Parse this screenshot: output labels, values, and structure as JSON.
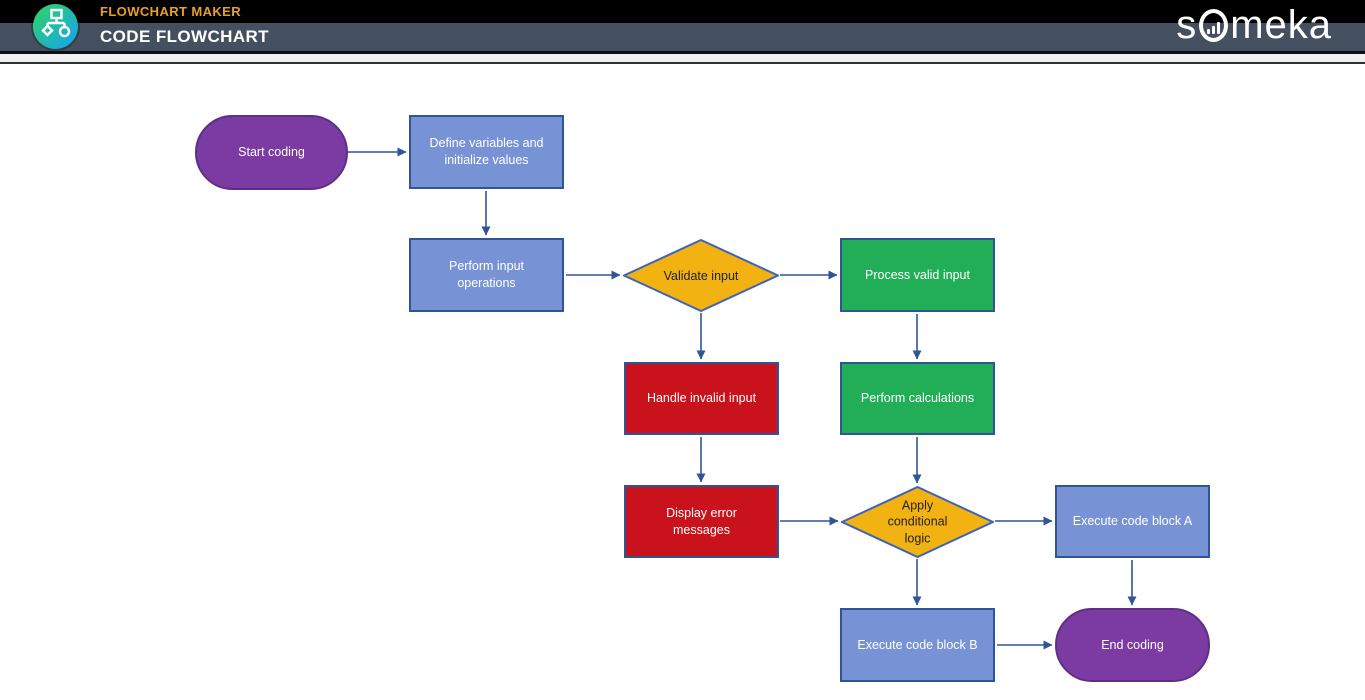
{
  "header": {
    "app_label": "FLOWCHART MAKER",
    "page_title": "CODE FLOWCHART",
    "brand_prefix": "s",
    "brand_suffix": "meka",
    "colors": {
      "top_bar": "#000000",
      "title_bar": "#44505F",
      "app_label_gold": "#E9A125",
      "logo_gradient_start": "#2ED06E",
      "logo_gradient_end": "#17A6E8"
    },
    "icons": {
      "logo": "flowchart-icon",
      "brand_o": "bar-chart-icon"
    }
  },
  "flowchart": {
    "connector_color": "#2F5597",
    "nodes": [
      {
        "id": "start",
        "label": "Start coding",
        "type": "terminator",
        "fill": "#7B3BA2"
      },
      {
        "id": "define",
        "label": "Define variables and initialize values",
        "type": "process",
        "fill": "#7793D5"
      },
      {
        "id": "perform_input",
        "label": "Perform input operations",
        "type": "process",
        "fill": "#7793D5"
      },
      {
        "id": "validate",
        "label": "Validate input",
        "type": "decision",
        "fill": "#F2B211"
      },
      {
        "id": "process_valid",
        "label": "Process valid input",
        "type": "process",
        "fill": "#21AE56"
      },
      {
        "id": "handle_invalid",
        "label": "Handle invalid input",
        "type": "process",
        "fill": "#C9121C"
      },
      {
        "id": "perform_calc",
        "label": "Perform calculations",
        "type": "process",
        "fill": "#21AE56"
      },
      {
        "id": "display_error",
        "label": "Display error messages",
        "type": "process",
        "fill": "#C9121C"
      },
      {
        "id": "apply_logic",
        "label": "Apply conditional logic",
        "type": "decision",
        "fill": "#F2B211"
      },
      {
        "id": "exec_a",
        "label": "Execute code block A",
        "type": "process",
        "fill": "#7793D5"
      },
      {
        "id": "exec_b",
        "label": "Execute code block B",
        "type": "process",
        "fill": "#7793D5"
      },
      {
        "id": "end",
        "label": "End coding",
        "type": "terminator",
        "fill": "#7B3BA2"
      }
    ]
  }
}
